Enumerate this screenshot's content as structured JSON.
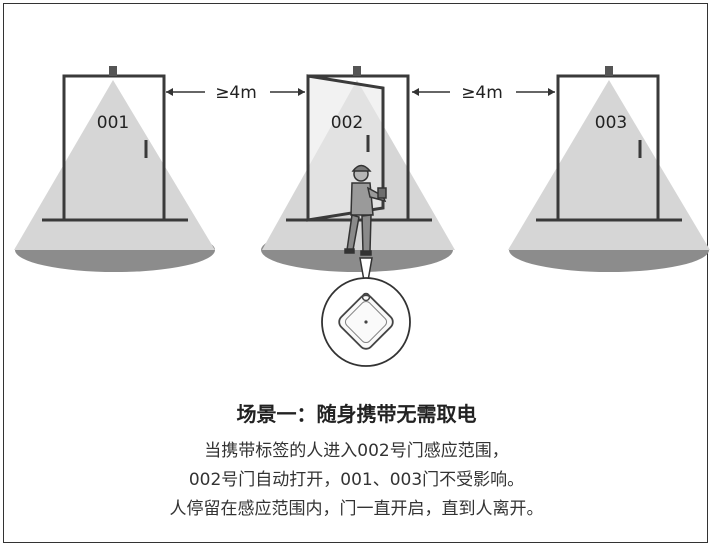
{
  "doors": [
    {
      "label": "001",
      "open": false
    },
    {
      "label": "002",
      "open": true
    },
    {
      "label": "003",
      "open": false
    }
  ],
  "distances": [
    "≥4m",
    "≥4m"
  ],
  "caption": {
    "title": "场景一：随身携带无需取电",
    "lines": [
      "当携带标签的人进入002号门感应范围，",
      "002号门自动打开，001、003门不受影响。",
      "人停留在感应范围内，门一直开启，直到人离开。"
    ]
  },
  "colors": {
    "cone": "#d6d6d6",
    "floor": "#8c8c8c",
    "frame": "#3a3a3a",
    "person": "#9a9a9a"
  },
  "icons": [
    "sensor-icon",
    "worker-icon",
    "tag-icon"
  ]
}
